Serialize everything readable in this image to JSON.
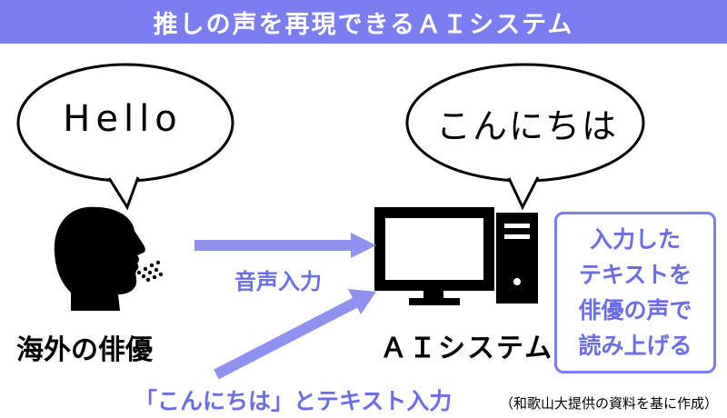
{
  "title": "推しの声を再現できるＡＩシステム",
  "bubbles": {
    "left": "Hello",
    "right": "こんにちは"
  },
  "labels": {
    "actor": "海外の俳優",
    "system": "ＡＩシステム",
    "voice_input": "音声入力",
    "text_input": "「こんにちは」とテキスト入力"
  },
  "description_box": {
    "lines": [
      "入力した",
      "テキストを",
      "俳優の声で",
      "読み上げる"
    ]
  },
  "credit": "（和歌山大提供の資料を基に作成）",
  "icons": [
    "speaking-head-icon",
    "computer-monitor-icon",
    "computer-tower-icon",
    "arrow-icon"
  ],
  "colors": {
    "accent": "#7b7ef0",
    "accent_text": "#6a6de6",
    "arrow": "#8f91ef"
  }
}
